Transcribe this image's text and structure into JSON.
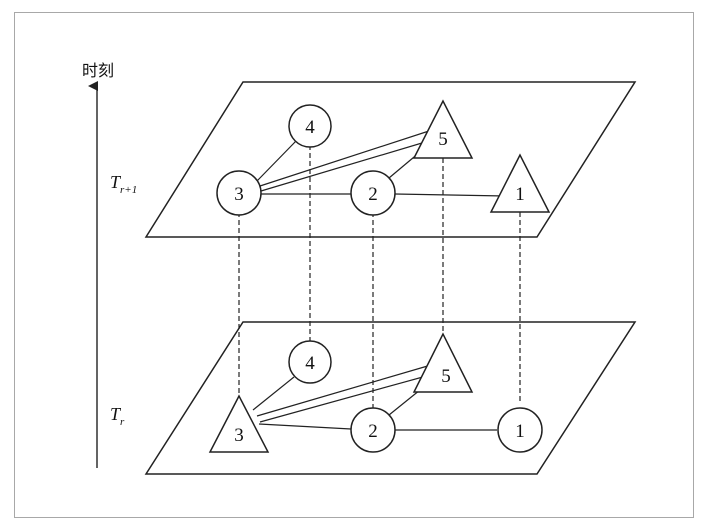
{
  "axis": {
    "label": "时刻",
    "upper_layer_label": {
      "base": "T",
      "sub": "r+1"
    },
    "lower_layer_label": {
      "base": "T",
      "sub": "r"
    }
  },
  "upper_layer": {
    "nodes": [
      {
        "id": "1",
        "shape": "triangle"
      },
      {
        "id": "2",
        "shape": "circle"
      },
      {
        "id": "3",
        "shape": "circle"
      },
      {
        "id": "4",
        "shape": "circle"
      },
      {
        "id": "5",
        "shape": "triangle"
      }
    ]
  },
  "lower_layer": {
    "nodes": [
      {
        "id": "1",
        "shape": "circle"
      },
      {
        "id": "2",
        "shape": "circle"
      },
      {
        "id": "3",
        "shape": "triangle"
      },
      {
        "id": "4",
        "shape": "circle"
      },
      {
        "id": "5",
        "shape": "triangle"
      }
    ]
  },
  "edges": [
    [
      "3",
      "4"
    ],
    [
      "3",
      "5"
    ],
    [
      "3",
      "2"
    ],
    [
      "2",
      "5"
    ],
    [
      "2",
      "1"
    ]
  ],
  "colors": {
    "stroke": "#222222",
    "background": "#ffffff",
    "frame": "#a8a8a8"
  }
}
